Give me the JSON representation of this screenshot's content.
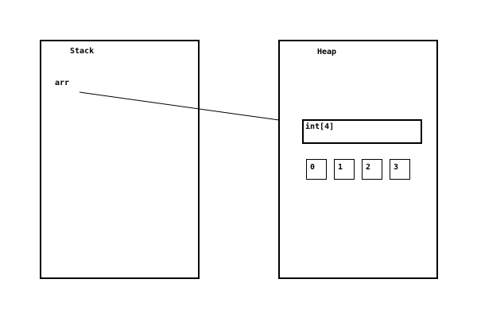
{
  "stack": {
    "title": "Stack",
    "variable": "arr"
  },
  "heap": {
    "title": "Heap",
    "array_type": "int[4]",
    "cells": [
      "0",
      "1",
      "2",
      "3"
    ]
  },
  "colors": {
    "stroke": "#000000",
    "background": "#ffffff"
  }
}
